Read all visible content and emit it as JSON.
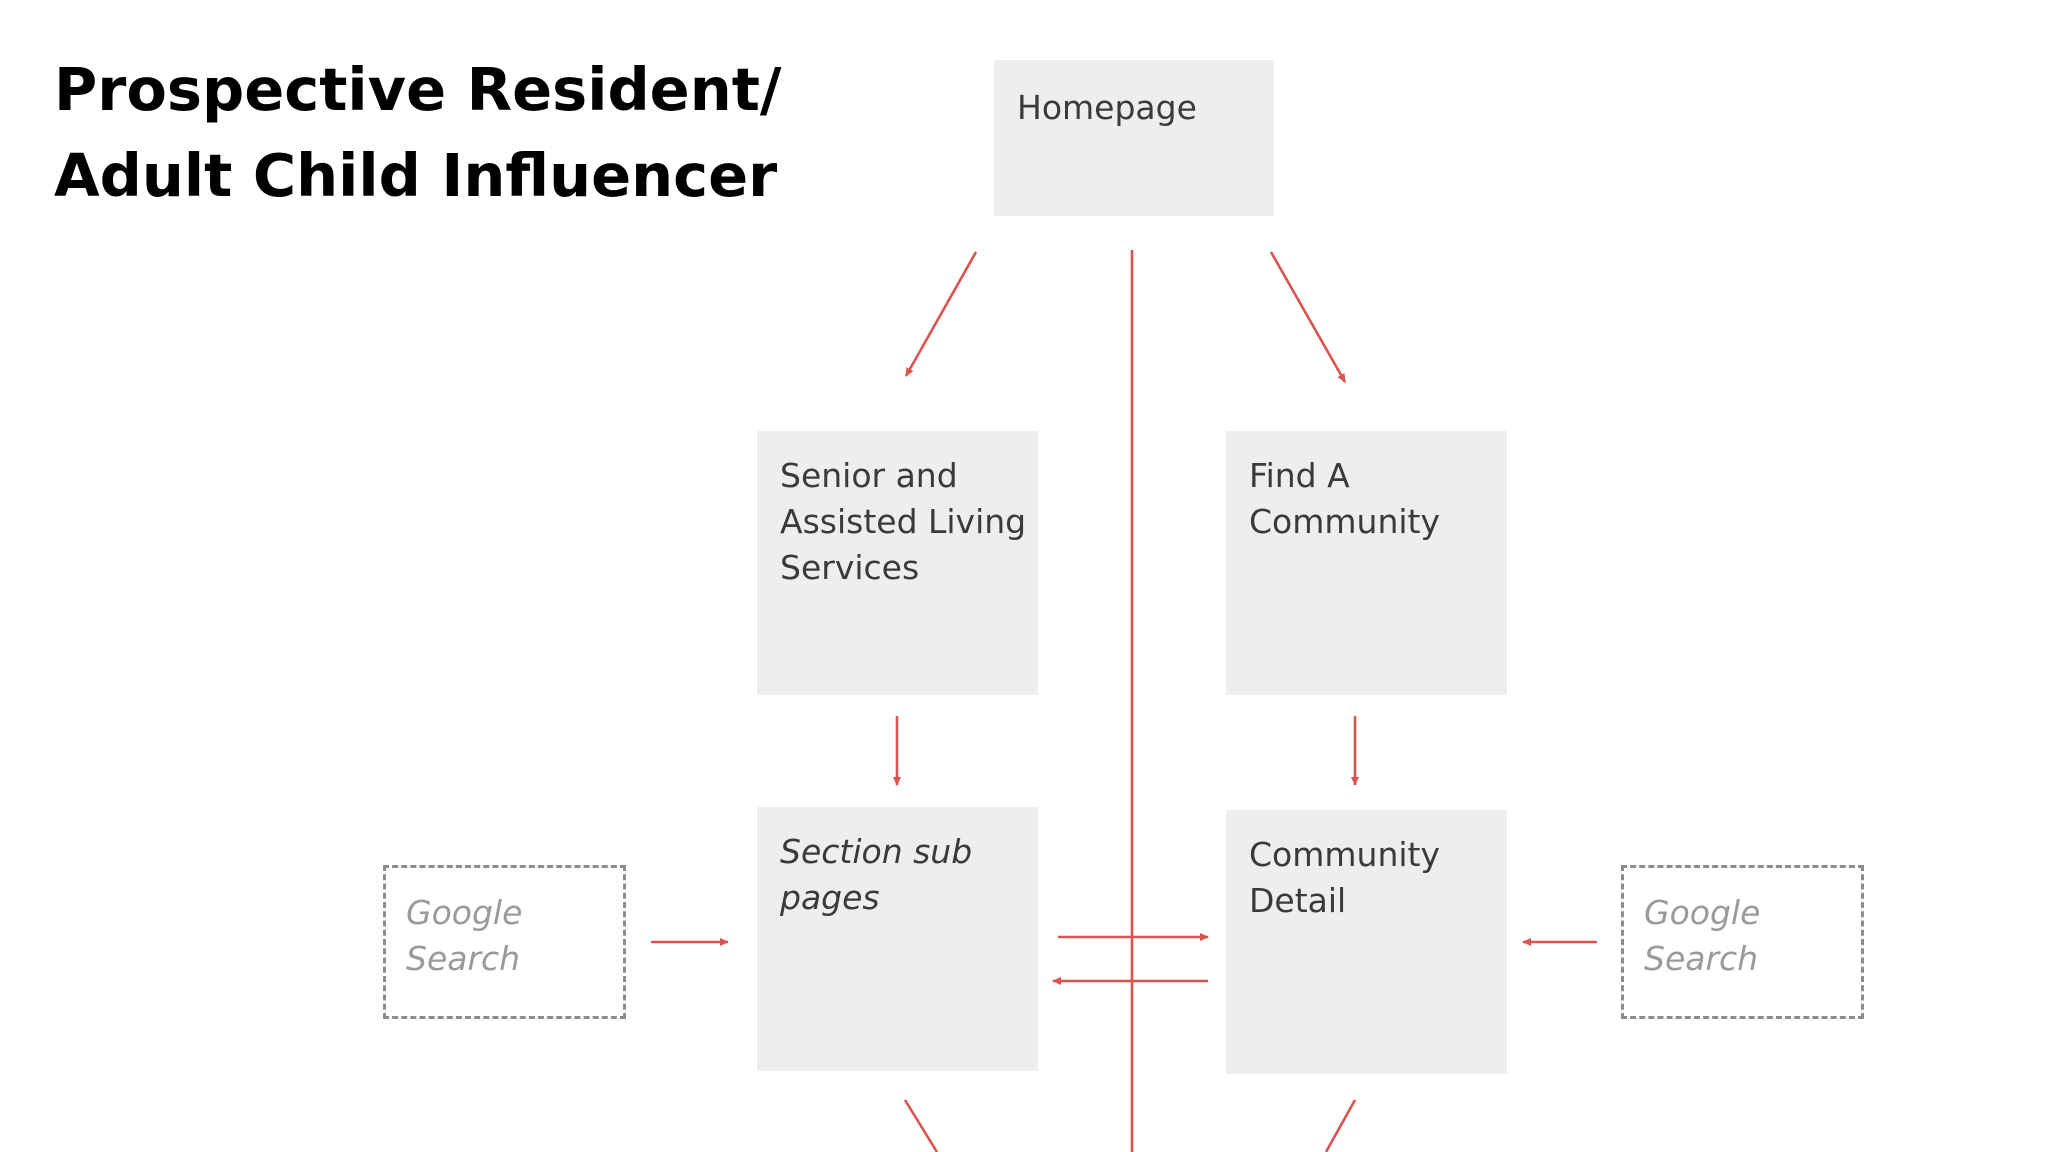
{
  "slide": {
    "title_lines": [
      "Prospective Resident/",
      "Adult Child Influencer"
    ]
  },
  "diagram": {
    "nodes": {
      "homepage": {
        "lines": [
          "Homepage"
        ]
      },
      "senior_services": {
        "lines": [
          "Senior and",
          "Assisted Living",
          "Services"
        ]
      },
      "find_community": {
        "lines": [
          "Find A",
          "Community"
        ]
      },
      "section_sub_pages": {
        "lines": [
          "Section sub",
          "pages"
        ]
      },
      "community_detail": {
        "lines": [
          "Community",
          "Detail"
        ]
      },
      "google_search_left": {
        "lines": [
          "Google",
          "Search"
        ]
      },
      "google_search_right": {
        "lines": [
          "Google",
          "Search"
        ]
      }
    },
    "colors": {
      "box_fill": "#efeeef",
      "box_text": "#3a3a3a",
      "ghost_border": "#8c8c8c",
      "ghost_text": "#9a9a9a",
      "connector": "#d9534f"
    }
  }
}
